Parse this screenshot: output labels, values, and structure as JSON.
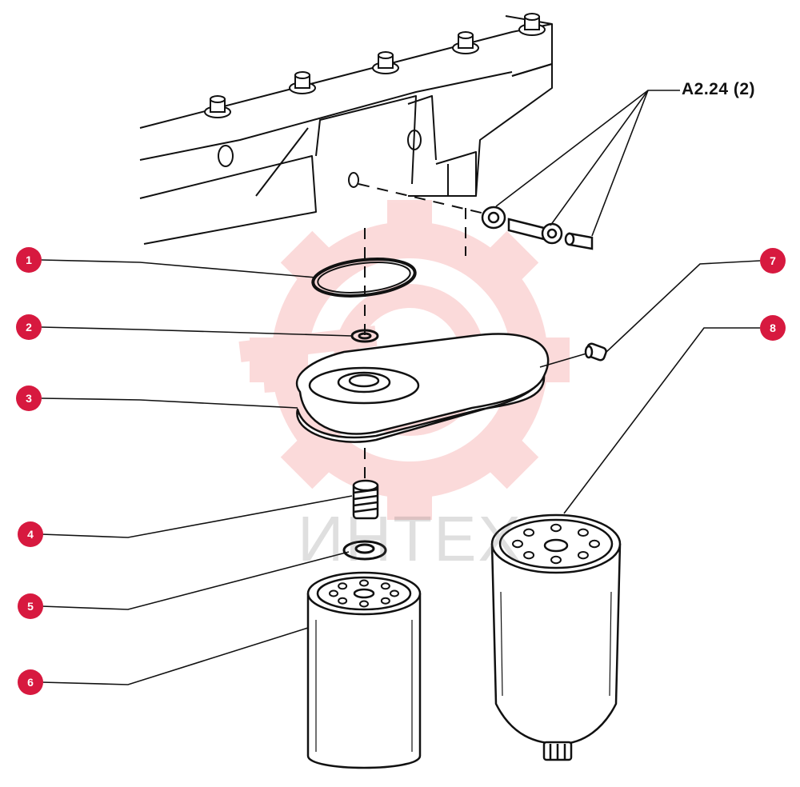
{
  "colors": {
    "callout_fill": "#d7193f",
    "callout_text": "#ffffff",
    "line": "#111111",
    "watermark_red": "#f27d7d",
    "watermark_gray": "#555555"
  },
  "reference": {
    "label": "A2.24 (2)"
  },
  "callouts": [
    {
      "id": "1",
      "label": "1"
    },
    {
      "id": "2",
      "label": "2"
    },
    {
      "id": "3",
      "label": "3"
    },
    {
      "id": "4",
      "label": "4"
    },
    {
      "id": "5",
      "label": "5"
    },
    {
      "id": "6",
      "label": "6"
    },
    {
      "id": "7",
      "label": "7"
    },
    {
      "id": "8",
      "label": "8"
    }
  ],
  "watermark": {
    "text": "ИНТЕХ",
    "icon": "gear-logo-icon"
  }
}
